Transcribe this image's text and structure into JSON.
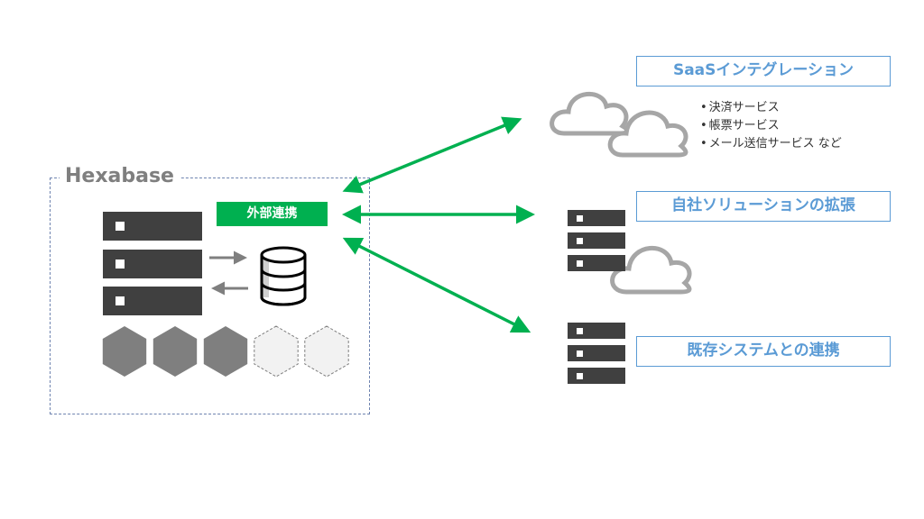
{
  "hexabase": {
    "title": "Hexabase",
    "external_link_label": "外部連携",
    "hexagons": [
      {
        "state": "filled"
      },
      {
        "state": "filled"
      },
      {
        "state": "filled"
      },
      {
        "state": "empty"
      },
      {
        "state": "empty"
      }
    ]
  },
  "targets": [
    {
      "title": "SaaSインテグレーション",
      "icon": "cloud-pair-icon",
      "items": [
        "決済サービス",
        "帳票サービス",
        "メール送信サービス など"
      ]
    },
    {
      "title": "自社ソリューションの拡張",
      "icon": "server-cloud-icon"
    },
    {
      "title": "既存システムとの連携",
      "icon": "server-icon"
    }
  ],
  "colors": {
    "accent_green": "#00b050",
    "callout_blue": "#5b9bd5",
    "server_dark": "#404040",
    "cloud_gray": "#a6a6a6",
    "frame_border": "#6f84b0"
  }
}
